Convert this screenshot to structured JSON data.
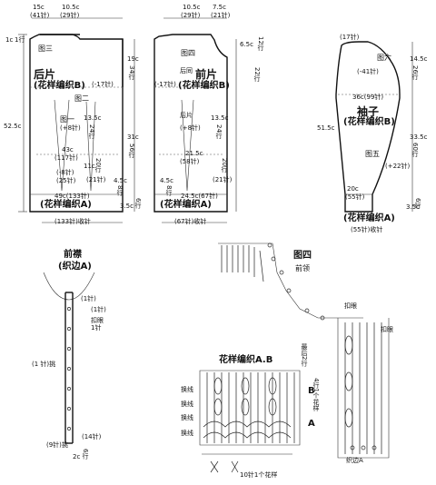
{
  "back": {
    "title": "后片",
    "pattern": "(花样编织B)",
    "fig3": "图三",
    "fig2": "图二",
    "fig1": "图一",
    "pattern_a": "(花样编织A)",
    "top_left": "15c",
    "top_left_st": "(41针)",
    "top_right": "10.5c",
    "top_right_st": "(29针)",
    "shoulder": "1c",
    "shoulder_r": "1行",
    "side_h": "19c",
    "side_h_r": "34行",
    "dec": "(-17针)",
    "plus8": "(+8针)",
    "m135": "13.5c",
    "m135_r": "24行",
    "total_h": "52.5c",
    "w43": "43c",
    "w43_st": "(117针)",
    "m8": "(-8针)",
    "m25": "(25针)",
    "r11": "11c",
    "r20": "20行",
    "r21": "(21针)",
    "h31": "31c",
    "h31_r": "56行",
    "h45": "4.5c",
    "h45_r": "8行",
    "w49": "49c(133针)",
    "h35": "3.5c",
    "h35_r": "6行",
    "bottom": "(133针)收针"
  },
  "front": {
    "title": "前片",
    "pattern": "(花样编织B)",
    "fig4": "图四",
    "pattern_a": "(花样编织A)",
    "top1": "10.5c",
    "top1_st": "(29针)",
    "top2": "7.5c",
    "top2_st": "(21针)",
    "h65": "6.5c",
    "h65_r": "12行",
    "h_r": "22行",
    "dec": "(-17针)",
    "back_word": "后片",
    "side": "后同",
    "plus8": "(+8针)",
    "m135": "13.5c",
    "m135_r": "24行",
    "w215": "21.5c",
    "w215_st": "(58针)",
    "r20": "20行",
    "r21": "(21针)",
    "h45": "4.5c",
    "h45_r": "8行",
    "w245": "24.5c(67针)",
    "bottom": "(67针)收针"
  },
  "sleeve": {
    "title": "袖子",
    "pattern": "(花样编织B)",
    "fig6": "图六",
    "fig5": "图五",
    "pattern_a": "(花样编织A)",
    "top": "(17针)",
    "dec": "(-41针)",
    "w36": "36c(99针)",
    "h145": "14.5c",
    "h145_r": "26行",
    "total": "51.5c",
    "h335": "33.5c",
    "h335_r": "60行",
    "plus22": "(+22针)",
    "w20": "20c",
    "w20_st": "(55针)",
    "h35": "3.5c",
    "h35_r": "6行",
    "bottom": "(55针)收针"
  },
  "placket": {
    "title": "前襟",
    "sub": "(织边A)",
    "st1": "(1针)",
    "st_a": "(1针)",
    "st_b": "1针",
    "btn": "扣眼",
    "pick": "(1  针)挑",
    "pick2": "(14针)",
    "pick3": "(9针)挑",
    "bottom": "2c",
    "bottom_r": "6行"
  },
  "fig4": {
    "title": "图四",
    "sub": "前领",
    "btn": "扣眼",
    "btn2": "扣眼",
    "edge_a": "织边A",
    "last": "最后2行",
    "pattern_ab": "花样编织A.B",
    "rep": "4行1个花样",
    "change1": "换线",
    "change2": "换线",
    "change3": "换线",
    "change4": "换线",
    "unit": "10针1个花样",
    "B": "B",
    "A": "A"
  }
}
